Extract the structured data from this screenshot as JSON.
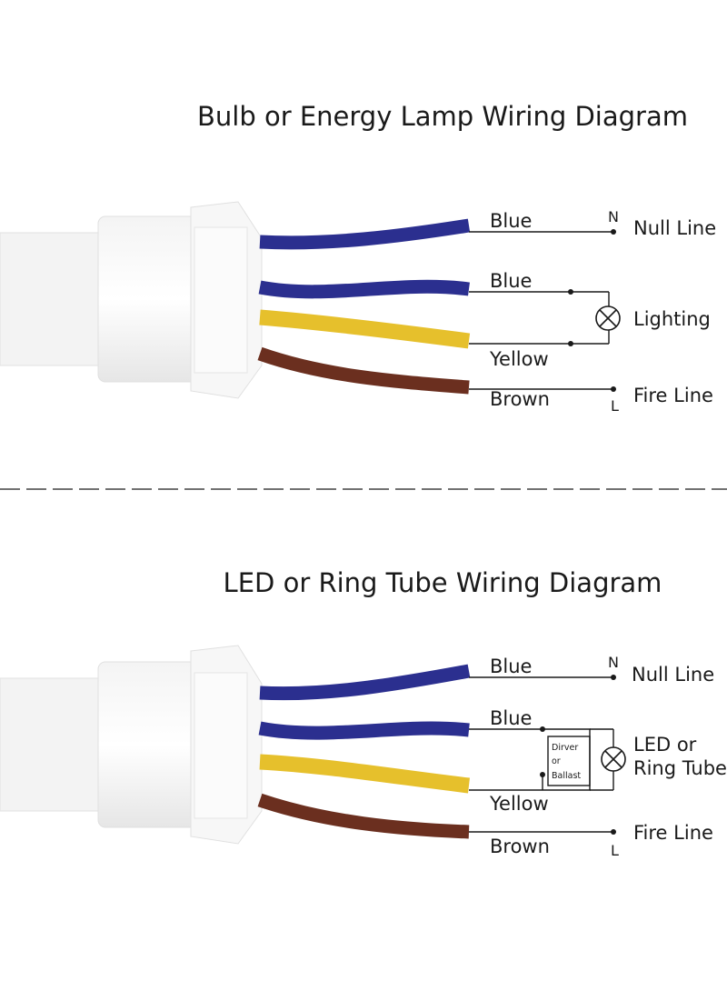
{
  "diagrams": [
    {
      "title": "Bulb or Energy Lamp Wiring Diagram",
      "wires": [
        {
          "label": "Blue",
          "color": "#2b2f8f"
        },
        {
          "label": "Blue",
          "color": "#2b2f8f"
        },
        {
          "label": "Yellow",
          "color": "#e6c02c"
        },
        {
          "label": "Brown",
          "color": "#6b2f1f"
        }
      ],
      "null_marker": "N",
      "null_label": "Null Line",
      "fire_marker": "L",
      "fire_label": "Fire Line",
      "load_label_lines": [
        "Lighting"
      ]
    },
    {
      "title": "LED or Ring Tube Wiring Diagram",
      "wires": [
        {
          "label": "Blue",
          "color": "#2b2f8f"
        },
        {
          "label": "Blue",
          "color": "#2b2f8f"
        },
        {
          "label": "Yellow",
          "color": "#e6c02c"
        },
        {
          "label": "Brown",
          "color": "#6b2f1f"
        }
      ],
      "null_marker": "N",
      "null_label": "Null Line",
      "fire_marker": "L",
      "fire_label": "Fire Line",
      "load_label_lines": [
        "LED or",
        "Ring Tube"
      ],
      "driver_box_lines": [
        "Dirver",
        "or",
        "Ballast"
      ]
    }
  ]
}
